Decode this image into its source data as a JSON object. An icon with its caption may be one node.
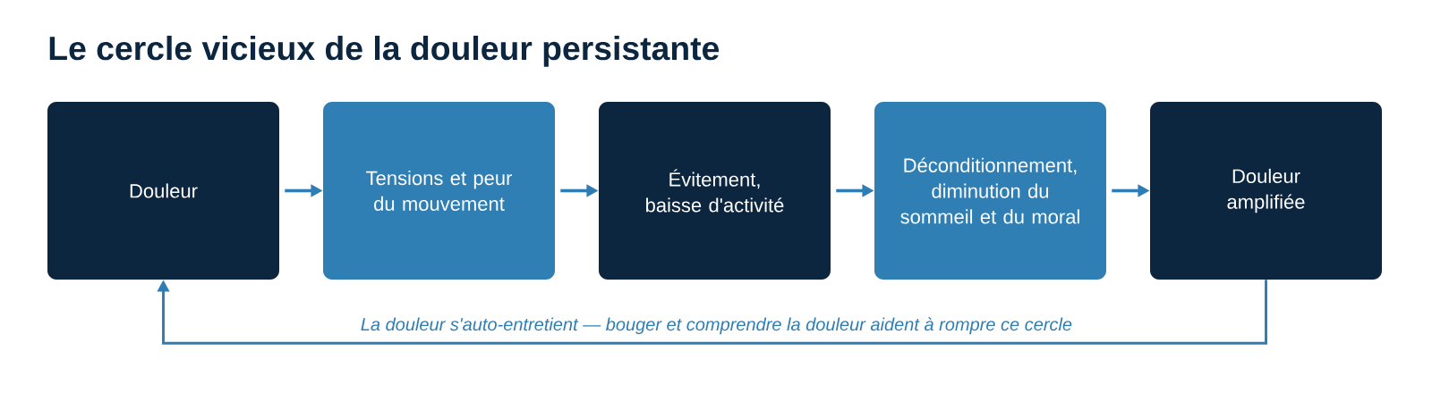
{
  "diagram": {
    "title": "Le cercle vicieux de la douleur persistante",
    "nodes": [
      {
        "text": [
          "Douleur"
        ]
      },
      {
        "text": [
          "Tensions et peur du mouvement"
        ]
      },
      {
        "text": [
          "Évitement, baisse d'activité"
        ]
      },
      {
        "text": [
          "Déconditionnement, diminution du sommeil et du moral"
        ]
      },
      {
        "text": [
          "Douleur amplifiée"
        ]
      }
    ],
    "edges": [
      {
        "from": 0,
        "to": 1,
        "arrow": "to"
      },
      {
        "from": 1,
        "to": 2,
        "arrow": "to"
      },
      {
        "from": 2,
        "to": 3,
        "arrow": "to"
      },
      {
        "from": 3,
        "to": 4,
        "arrow": "to"
      },
      {
        "from": 4,
        "to": 0,
        "arrow": "to",
        "label": "La douleur s'auto-entretient — bouger et comprendre la douleur aident à rompre ce cercle"
      }
    ]
  }
}
